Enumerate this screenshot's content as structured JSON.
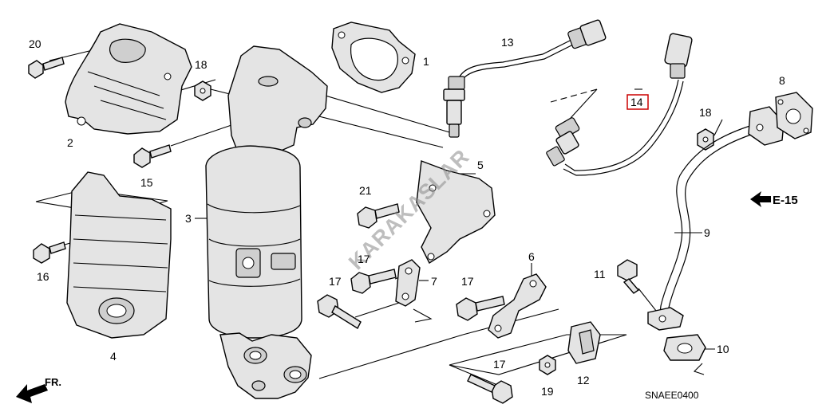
{
  "diagram": {
    "code": "SNAEE0400",
    "watermark": "KARAKASLAR",
    "front_label": "FR.",
    "ref_label": "E-15",
    "highlight_color": "#cc0000",
    "callouts": [
      {
        "id": "c1",
        "label": "1"
      },
      {
        "id": "c2",
        "label": "2"
      },
      {
        "id": "c3",
        "label": "3"
      },
      {
        "id": "c4",
        "label": "4"
      },
      {
        "id": "c5",
        "label": "5"
      },
      {
        "id": "c6",
        "label": "6"
      },
      {
        "id": "c7",
        "label": "7"
      },
      {
        "id": "c8",
        "label": "8"
      },
      {
        "id": "c9",
        "label": "9"
      },
      {
        "id": "c10",
        "label": "10"
      },
      {
        "id": "c11",
        "label": "11"
      },
      {
        "id": "c12",
        "label": "12"
      },
      {
        "id": "c13",
        "label": "13"
      },
      {
        "id": "c14",
        "label": "14",
        "highlighted": true
      },
      {
        "id": "c15",
        "label": "15"
      },
      {
        "id": "c16",
        "label": "16"
      },
      {
        "id": "c17a",
        "label": "17"
      },
      {
        "id": "c17b",
        "label": "17"
      },
      {
        "id": "c17c",
        "label": "17"
      },
      {
        "id": "c17d",
        "label": "17"
      },
      {
        "id": "c18a",
        "label": "18"
      },
      {
        "id": "c18b",
        "label": "18"
      },
      {
        "id": "c19",
        "label": "19"
      },
      {
        "id": "c20",
        "label": "20"
      },
      {
        "id": "c21",
        "label": "21"
      }
    ]
  }
}
